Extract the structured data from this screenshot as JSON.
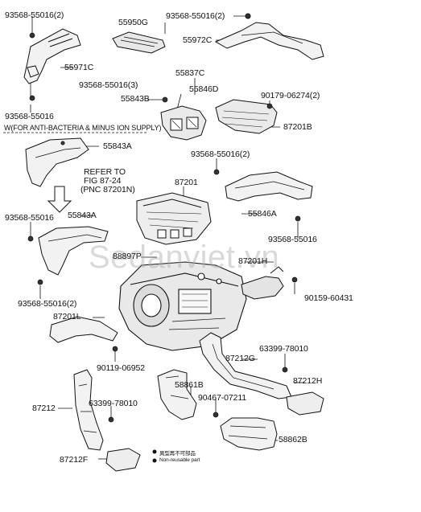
{
  "labels": {
    "p93568_55016_2_top_left": "93568-55016(2)",
    "p55950G": "55950G",
    "p93568_55016_2_top_right": "93568-55016(2)",
    "p55972C": "55972C",
    "p55971C": "55971C",
    "p93568_55016_3": "93568-55016(3)",
    "p55837C": "55837C",
    "p55846D": "55846D",
    "p55843B": "55843B",
    "p90179_06274_2": "90179-06274(2)",
    "p93568_55016_left": "93568-55016",
    "p87201B": "87201B",
    "anti_bacteria_note": "W(FOR ANTI-BACTERIA & MINUS ION SUPPLY)",
    "p55843A_top": "55843A",
    "p93568_55016_2_mid": "93568-55016(2)",
    "refer_to": "REFER TO",
    "fig_ref": "FIG 87-24",
    "pnc_ref": "(PNC 87201N)",
    "p87201": "87201",
    "p93568_55016_left2": "93568-55016",
    "p55843A_mid": "55843A",
    "p55846A": "55846A",
    "p93568_55016_right": "93568-55016",
    "p88897P": "88897P",
    "p87201H": "87201H",
    "p93568_55016_2_bottom": "93568-55016(2)",
    "p90159_60431": "90159-60431",
    "p87201L": "87201L",
    "p63399_78010_top": "63399-78010",
    "p87212G": "87212G",
    "p90119_06952": "90119-06952",
    "p87212H": "87212H",
    "p58861B": "58861B",
    "p90467_07211": "90467-07211",
    "p87212": "87212",
    "p63399_78010_bottom": "63399-78010",
    "p58862B": "58862B",
    "p87212F": "87212F",
    "legend_nonreusable_cn": "異型再不可部品",
    "legend_nonreusable_en": "Non-reusable part"
  },
  "watermark": "Sedanviet.vn",
  "colors": {
    "line": "#111111",
    "part_fill": "#f2f2f2",
    "watermark": "#aaaaaa"
  }
}
